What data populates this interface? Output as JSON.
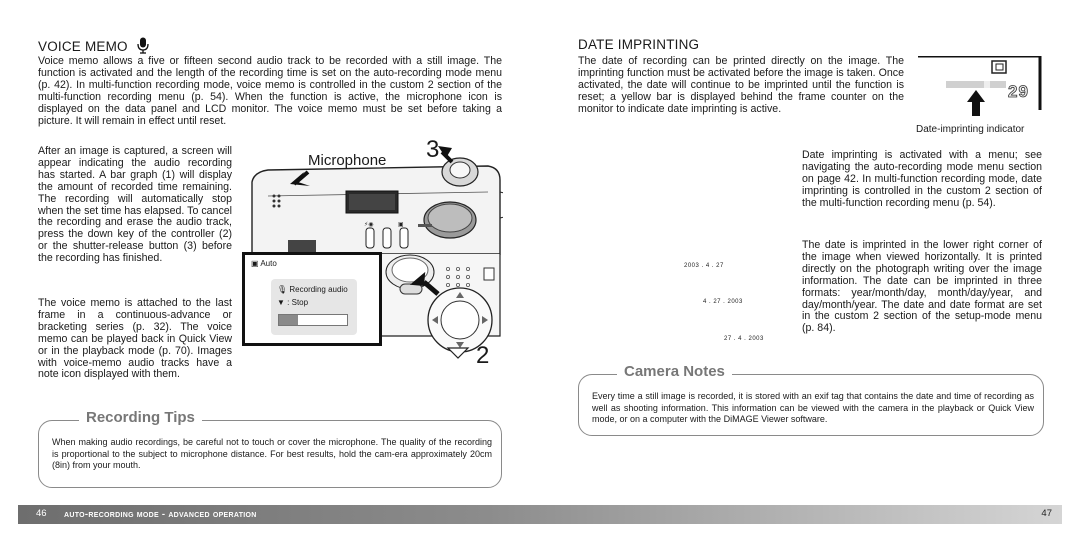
{
  "left": {
    "title": "VOICE MEMO",
    "intro": "Voice memo allows a five or fifteen second audio track to be recorded with a still image. The function is activated and the length of the recording time is set on the auto-recording mode menu (p. 42). In multi-function recording mode, voice memo is controlled in the custom 2 section of the multi-function recording menu (p. 54). When the function is active, the microphone icon is displayed on the data panel and LCD monitor. The voice memo must be set before taking a picture. It will remain in effect until reset.",
    "para2": "After an image is captured, a screen will appear indicating the audio recording has started. A bar graph (1) will display the amount of recorded time remaining. The recording will automatically stop when the set time has elapsed. To cancel the recording and erase the audio track, press the down key of the controller (2) or the shutter-release button (3) before the recording has finished.",
    "para3": "The voice memo is attached to the last frame in a continuous-advance or bracketing series (p. 32). The voice memo can be played back in Quick View or in the playback mode (p. 70). Images with voice-memo audio tracks have a note icon displayed with them.",
    "illustration": {
      "microphone_label": "Microphone",
      "num3": "3",
      "num2": "2",
      "lcd_mode": "Auto",
      "lcd_recording": "Recording audio",
      "lcd_stop": ": Stop",
      "lcd_progress": 0.28
    },
    "tips": {
      "title": "Recording Tips",
      "text": "When making audio recordings, be careful not to touch or cover the microphone. The quality of the recording is proportional to the subject to microphone distance. For best results, hold the cam-era approximately 20cm (8in) from your mouth."
    }
  },
  "right": {
    "title": "DATE IMPRINTING",
    "intro": "The date of recording can be printed directly on the image. The imprinting function must be activated before the image is taken. Once activated, the date will continue to be imprinted until the function is reset; a yellow bar is displayed behind the frame counter on the monitor to indicate date imprinting is active.",
    "indicator_caption": "Date-imprinting indicator",
    "frame_counter": "29",
    "para2": "Date imprinting is activated with a menu; see navigating the auto-recording mode menu section on page 42. In multi-function recording mode, date imprinting is controlled in the custom 2 section of the multi-function recording menu (p. 54).",
    "para3": "The date is imprinted in the lower right corner of the image when viewed horizontally. It is printed directly on the photograph writing over the image information. The date can be imprinted in three formats: year/month/day, month/day/year, and day/month/year. The date and date format are set in the custom 2 section of the setup-mode menu (p. 84).",
    "date_examples": [
      "2003 . 4 . 27",
      "4 . 27 . 2003",
      "27 . 4 . 2003"
    ],
    "notes": {
      "title": "Camera Notes",
      "text": "Every time a still image is recorded, it is stored with an exif tag that contains the date and time of recording as well as shooting information. This information can be viewed with the camera in the playback or Quick View mode, or on a computer with the DiMAGE Viewer software."
    }
  },
  "footer": {
    "left_page": "46",
    "section": "Auto-recording mode - advanced operation",
    "right_page": "47"
  }
}
